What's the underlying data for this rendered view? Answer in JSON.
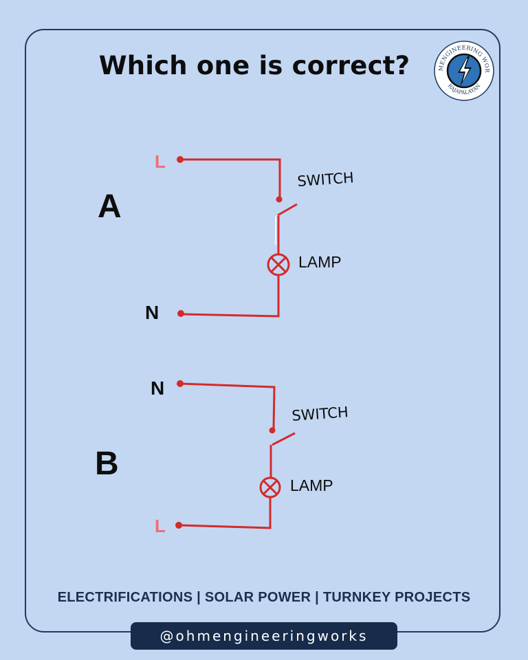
{
  "header": {
    "title": "Which one is correct?"
  },
  "logo": {
    "icon": "lightning-bolt-icon",
    "ring_text_top": "OHMENGINEERING WORKS",
    "ring_text_bottom": "RAJAPALAYAN"
  },
  "diagram_a": {
    "label": "A",
    "top_terminal": "L",
    "bottom_terminal": "N",
    "switch_label": "SWITCH",
    "lamp_label": "LAMP"
  },
  "diagram_b": {
    "label": "B",
    "top_terminal": "N",
    "bottom_terminal": "L",
    "switch_label": "SWITCH",
    "lamp_label": "LAMP"
  },
  "footer": {
    "services": "ELECTRIFICATIONS | SOLAR POWER |  TURNKEY PROJECTS",
    "handle": "@ohmengineeringworks"
  },
  "colors": {
    "background": "#c3d7f2",
    "wire": "#d42a2a",
    "terminal_l": "#ec6f6f",
    "text_dark": "#0d0d0d",
    "footer_bar": "#172b4a"
  }
}
